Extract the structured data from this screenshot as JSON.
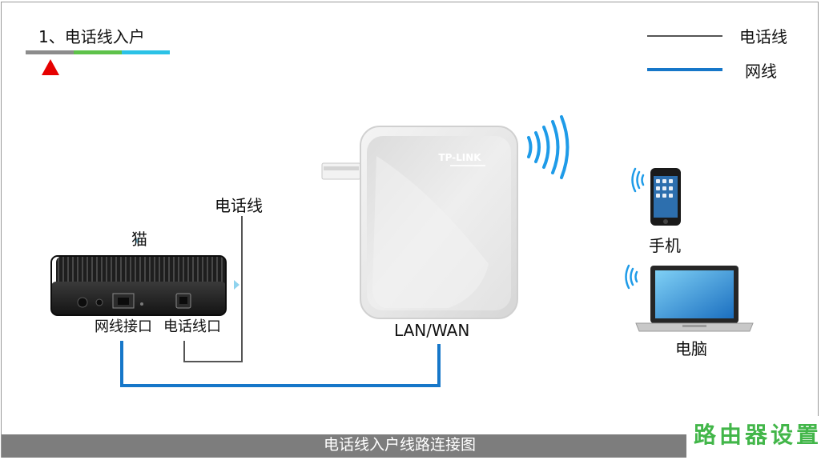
{
  "step": {
    "title": "1、电话线入户"
  },
  "progress_colors": [
    "#8c8c8c",
    "#5ec24a",
    "#2bc2e6"
  ],
  "legend": [
    {
      "label": "电话线",
      "color": "#555555"
    },
    {
      "label": "网线",
      "color": "#1677c9"
    }
  ],
  "devices": {
    "modem": {
      "label": "猫",
      "ports": [
        "网线接口",
        "电话线口"
      ]
    },
    "phone_cable": {
      "label": "电话线"
    },
    "router": {
      "brand": "TP-LINK",
      "port_label": "LAN/WAN"
    },
    "mobile": {
      "label": "手机"
    },
    "computer": {
      "label": "电脑"
    }
  },
  "footer": {
    "caption": "电话线入户线路连接图"
  },
  "watermark": {
    "text": "路由器设置"
  },
  "colors": {
    "accent_red": "#e60000",
    "cable_blue": "#1677c9",
    "cable_gray": "#555555",
    "wifi_blue": "#1e9be8",
    "watermark_green": "#42b649"
  }
}
